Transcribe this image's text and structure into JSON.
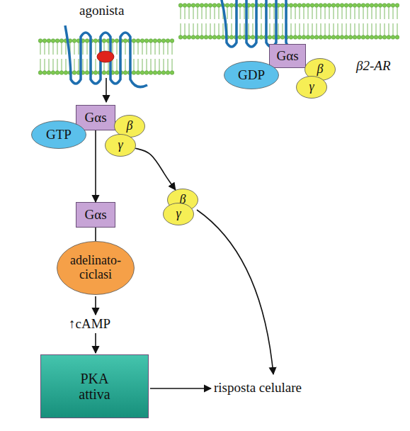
{
  "diagram": {
    "nodes": [
      {
        "text": [
          "Gαs"
        ]
      },
      {
        "text": [
          "GDP"
        ]
      },
      {
        "text": [
          "β"
        ]
      },
      {
        "text": [
          "γ"
        ]
      },
      {
        "text": [
          "Gαs"
        ]
      },
      {
        "text": [
          "GTP"
        ]
      },
      {
        "text": [
          "β"
        ]
      },
      {
        "text": [
          "γ"
        ]
      },
      {
        "text": [
          "β"
        ]
      },
      {
        "text": [
          "γ"
        ]
      },
      {
        "text": [
          "Gαs"
        ]
      },
      {
        "text": [
          "adelinato- ciclasi"
        ]
      },
      {
        "text": [
          "PKA attiva"
        ]
      }
    ],
    "edges": [
      {
        "from": 4,
        "to": 10,
        "arrow": "to"
      },
      {
        "from": 7,
        "to": 8,
        "arrow": "to"
      },
      {
        "from": 10,
        "to": 11,
        "arrow": "none"
      }
    ],
    "labels": [
      "agonista",
      "β2-AR",
      "↑cAMP",
      "risposta celulare"
    ]
  }
}
